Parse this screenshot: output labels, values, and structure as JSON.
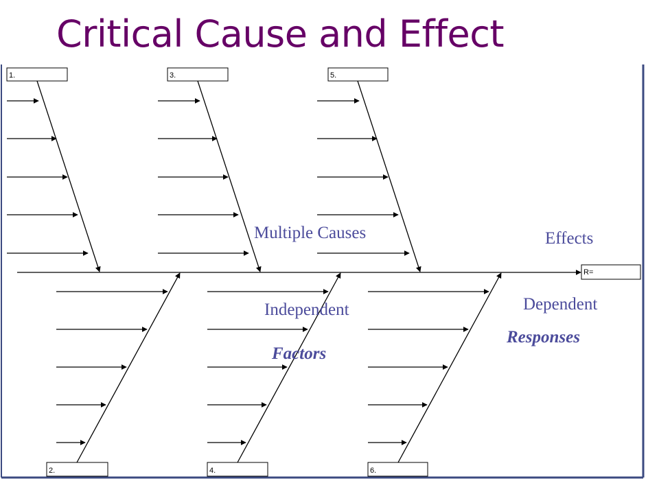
{
  "title": "Critical Cause and Effect",
  "colors": {
    "title": "#660066",
    "frame": "#3b4a80",
    "labels": "#4b4b9b",
    "lines": "#000000"
  },
  "boxes": {
    "b1": "1.",
    "b2": "2.",
    "b3": "3.",
    "b4": "4.",
    "b5": "5.",
    "b6": "6.",
    "response": "R="
  },
  "labels": {
    "multiple_causes": "Multiple Causes",
    "effects": "Effects",
    "independent": "Independent",
    "factors": "Factors",
    "dependent": "Dependent",
    "responses": "Responses"
  }
}
